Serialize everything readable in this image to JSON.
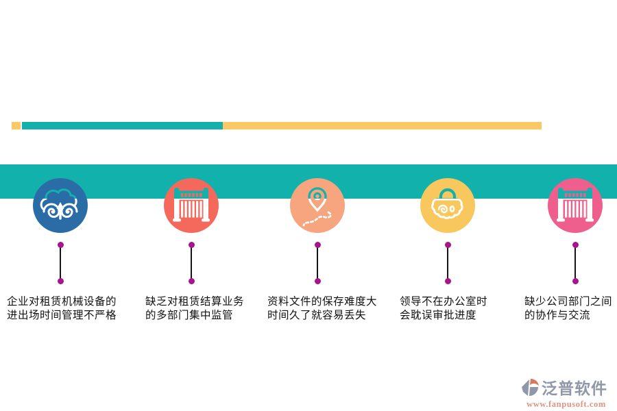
{
  "progress_bar": {
    "segments": [
      {
        "name": "yellow-chip",
        "color": "#fbc863"
      },
      {
        "name": "teal-segment",
        "color": "#12b1ab"
      },
      {
        "name": "yellow-segment",
        "color": "#fbc863"
      }
    ]
  },
  "band": {
    "color": "#12b1ab"
  },
  "items": [
    {
      "icon": "cloud-upload-spiral-icon",
      "circle_color": "#2a6da6",
      "lines": [
        "企业对租赁机械设备的",
        "进出场时间管理不严格"
      ]
    },
    {
      "icon": "fence-gate-icon",
      "circle_color": "#f4695c",
      "lines": [
        "缺乏对租赁结算业务",
        "的多部门集中监管"
      ]
    },
    {
      "icon": "map-pin-route-icon",
      "circle_color": "#f6a57e",
      "lines": [
        "资料文件的保存难度大",
        "时间久了就容易丢失"
      ]
    },
    {
      "icon": "cloud-lock-icon",
      "circle_color": "#f8c85e",
      "lines": [
        "领导不在办公室时",
        "会耽误审批进度"
      ]
    },
    {
      "icon": "fence-gate-icon",
      "circle_color": "#ef5f8e",
      "lines": [
        "缺少公司部门之间",
        "的协作与交流"
      ]
    }
  ],
  "connector": {
    "dot_color": "#a8148c",
    "line_color": "#141414"
  },
  "footer": {
    "brand": "泛普软件",
    "url": "www.fanpusoft.com",
    "brand_color": "#8f97a9",
    "url_color": "#e09480",
    "mark_gray": "#8f97a9",
    "mark_orange": "#d8795b"
  }
}
